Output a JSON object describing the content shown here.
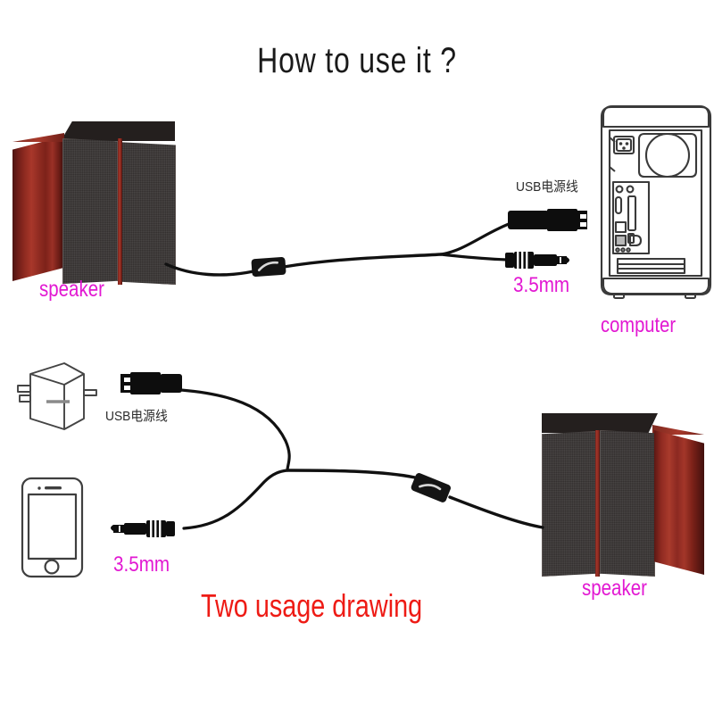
{
  "page": {
    "title": "How to use it ?",
    "footer_note": "Two usage drawing",
    "background": "#ffffff"
  },
  "colors": {
    "title_text": "#1a1a1a",
    "magenta_label": "#e218d2",
    "red_label": "#ee1b15",
    "dark_label": "#2b2b2b",
    "cable": "#111111",
    "speaker_wood": "#8e2a20",
    "speaker_grille": "#34302f",
    "line_art": "#3a3a3a"
  },
  "diagram_top": {
    "name": "usage-with-computer",
    "speaker_label": "speaker",
    "computer_label": "computer",
    "usb_cable_label": "USB电源线",
    "audio_jack_label": "3.5mm",
    "devices": [
      {
        "id": "speaker-pair-top",
        "type": "speaker-pair",
        "label": "speaker"
      },
      {
        "id": "computer-tower",
        "type": "desktop-computer-rear-panel",
        "label": "computer"
      }
    ],
    "connectors": [
      {
        "id": "usb-plug-top",
        "type": "usb-a-plug",
        "label": "USB电源线"
      },
      {
        "id": "audio-plug-top",
        "type": "3.5mm-trs-plug",
        "label": "3.5mm"
      }
    ],
    "inline_control": "inline-volume-control"
  },
  "diagram_bottom": {
    "name": "usage-with-phone-and-charger",
    "speaker_label": "speaker",
    "usb_cable_label": "USB电源线",
    "audio_jack_label": "3.5mm",
    "devices": [
      {
        "id": "wall-charger",
        "type": "usb-wall-power-adapter",
        "label": ""
      },
      {
        "id": "smartphone",
        "type": "smartphone",
        "label": ""
      },
      {
        "id": "speaker-pair-bottom",
        "type": "speaker-pair",
        "label": "speaker"
      }
    ],
    "connectors": [
      {
        "id": "usb-plug-bottom",
        "type": "usb-a-plug",
        "label": "USB电源线"
      },
      {
        "id": "audio-plug-bottom",
        "type": "3.5mm-trs-plug",
        "label": "3.5mm"
      }
    ],
    "inline_control": "inline-volume-control"
  }
}
